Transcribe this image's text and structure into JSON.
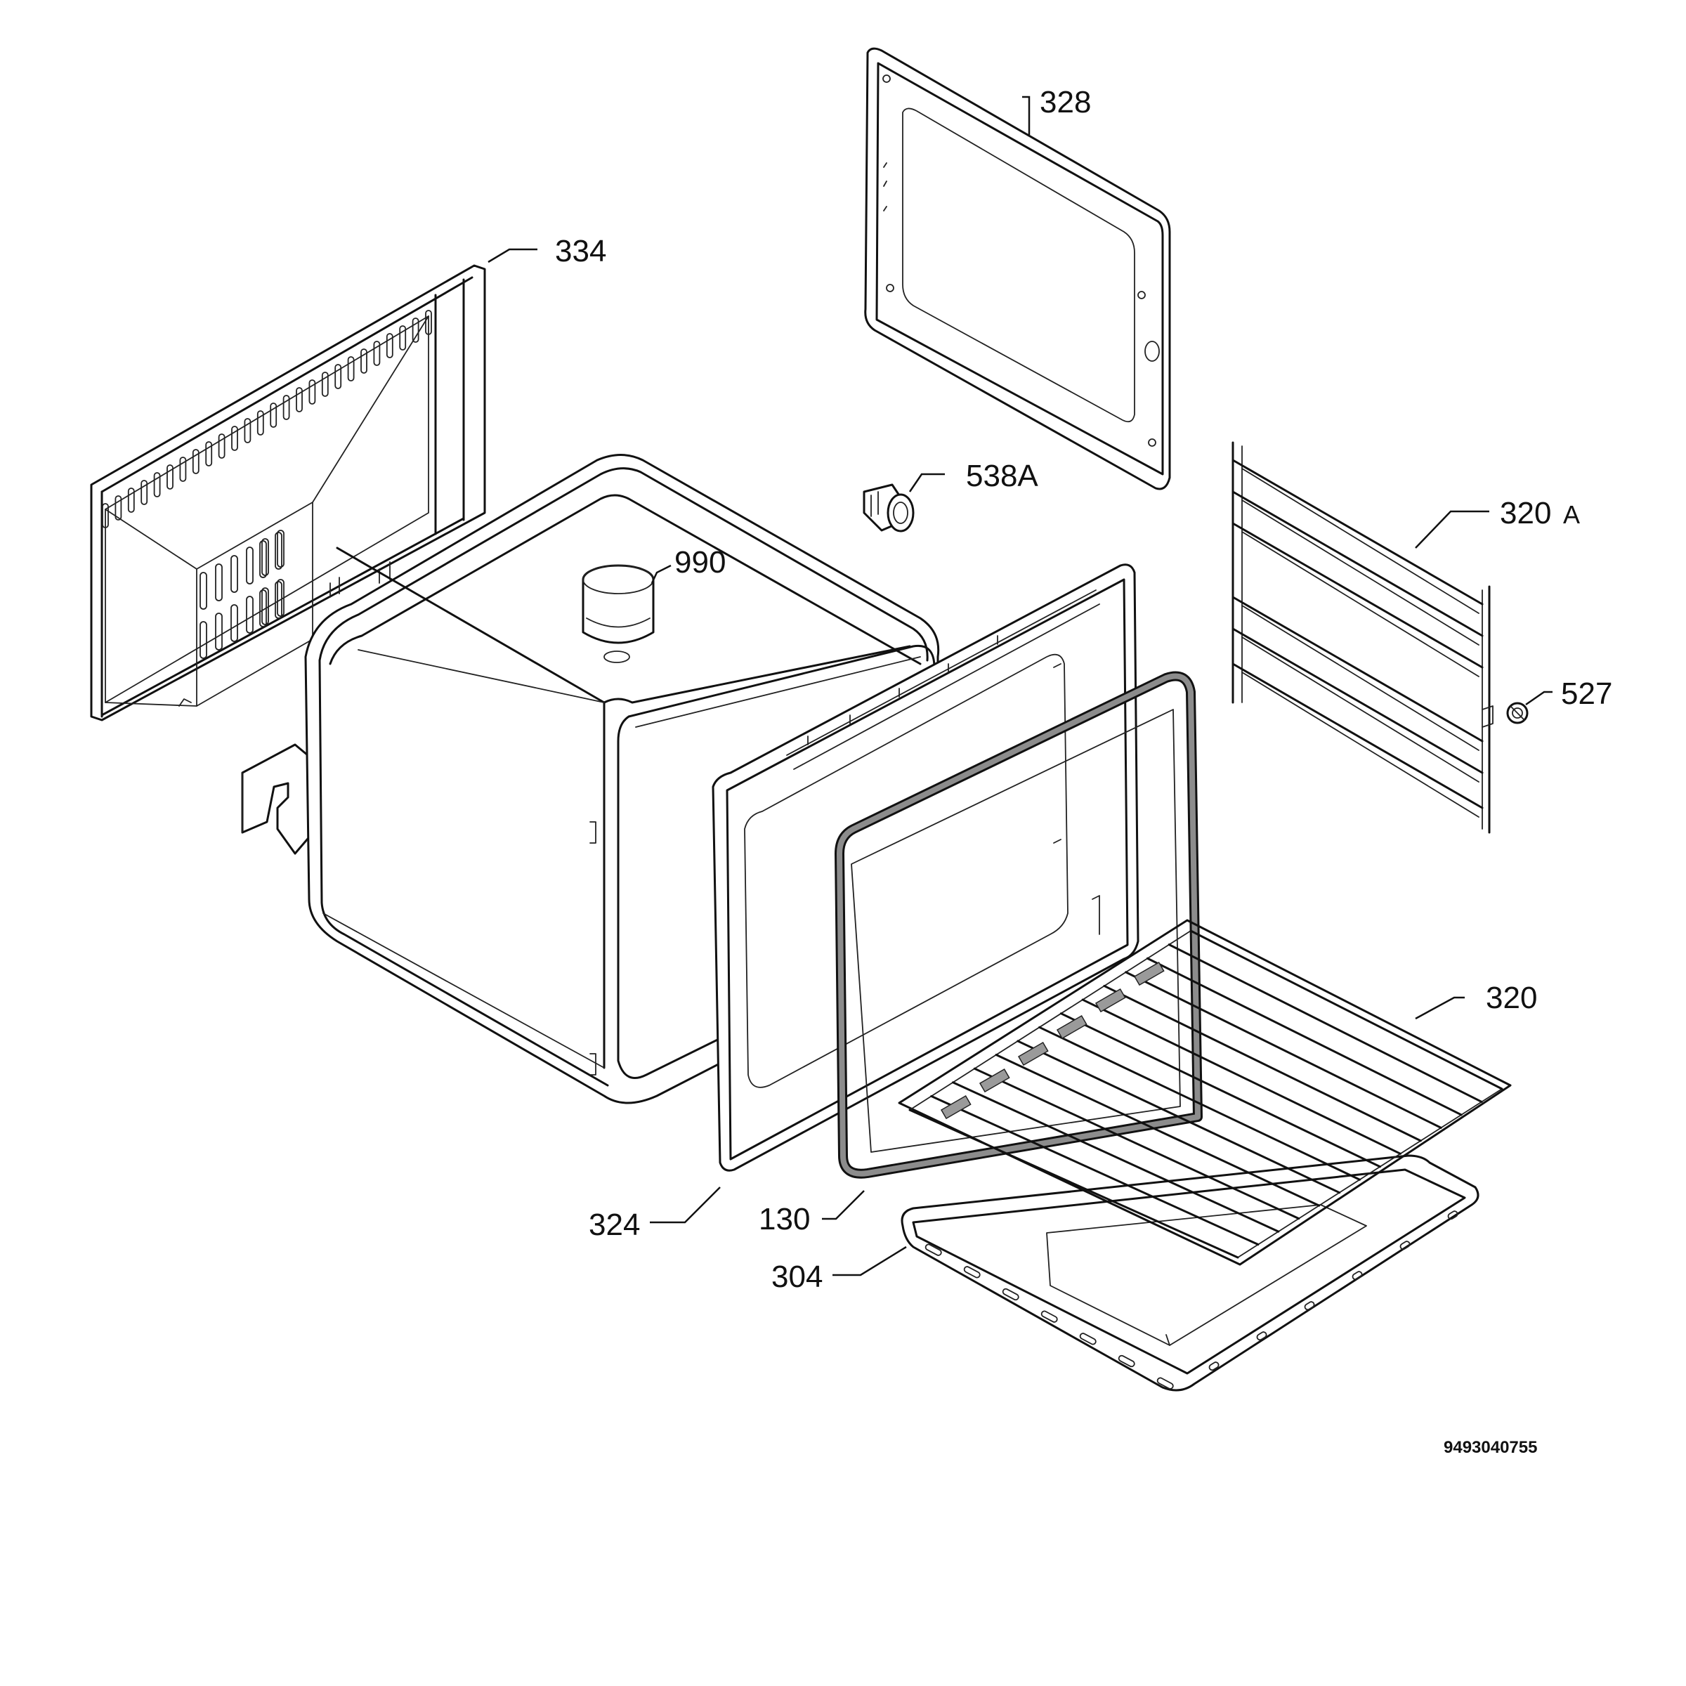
{
  "diagram": {
    "document_number": "9493040755",
    "callouts": {
      "c328": "328",
      "c334": "334",
      "c538a": "538A",
      "c990": "990",
      "c320a_num": "320",
      "c320a_suffix": "A",
      "c527": "527",
      "c320": "320",
      "c324": "324",
      "c130": "130",
      "c304": "304"
    }
  }
}
